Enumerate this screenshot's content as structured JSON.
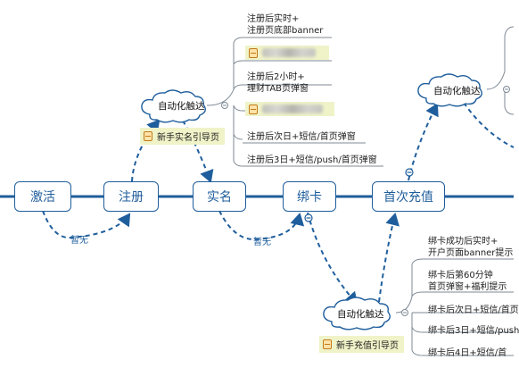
{
  "stages": [
    "激活",
    "注册",
    "实名",
    "绑卡",
    "首次充值"
  ],
  "edge_labels": {
    "activate_to_register": "暂无",
    "verify_to_bind": "暂无"
  },
  "auto_touch_label": "自动化触达",
  "register_branch": {
    "notes": [
      [
        "注册后实时+",
        "注册页底部banner"
      ],
      [
        "注册后2小时+",
        "理财TAB页弹窗"
      ],
      [
        "注册后次日+短信/首页弹窗"
      ],
      [
        "注册后3日+短信/push/首页弹窗"
      ]
    ],
    "tag": "新手实名引导页"
  },
  "bind_branch": {
    "notes": [
      [
        "绑卡成功后实时+",
        "开户页面banner提示"
      ],
      [
        "绑卡后第60分钟",
        "首页弹窗+福利提示"
      ],
      [
        "绑卡后次日+短信/首页"
      ],
      [
        "绑卡后3日+短信/push"
      ],
      [
        "绑卡后4日+短信/首"
      ]
    ],
    "tag": "新手充值引导页"
  },
  "colors": {
    "primary": "#1f5e9c",
    "tag_bg": "#f0f3c8",
    "branch_line": "#7f8a95"
  }
}
